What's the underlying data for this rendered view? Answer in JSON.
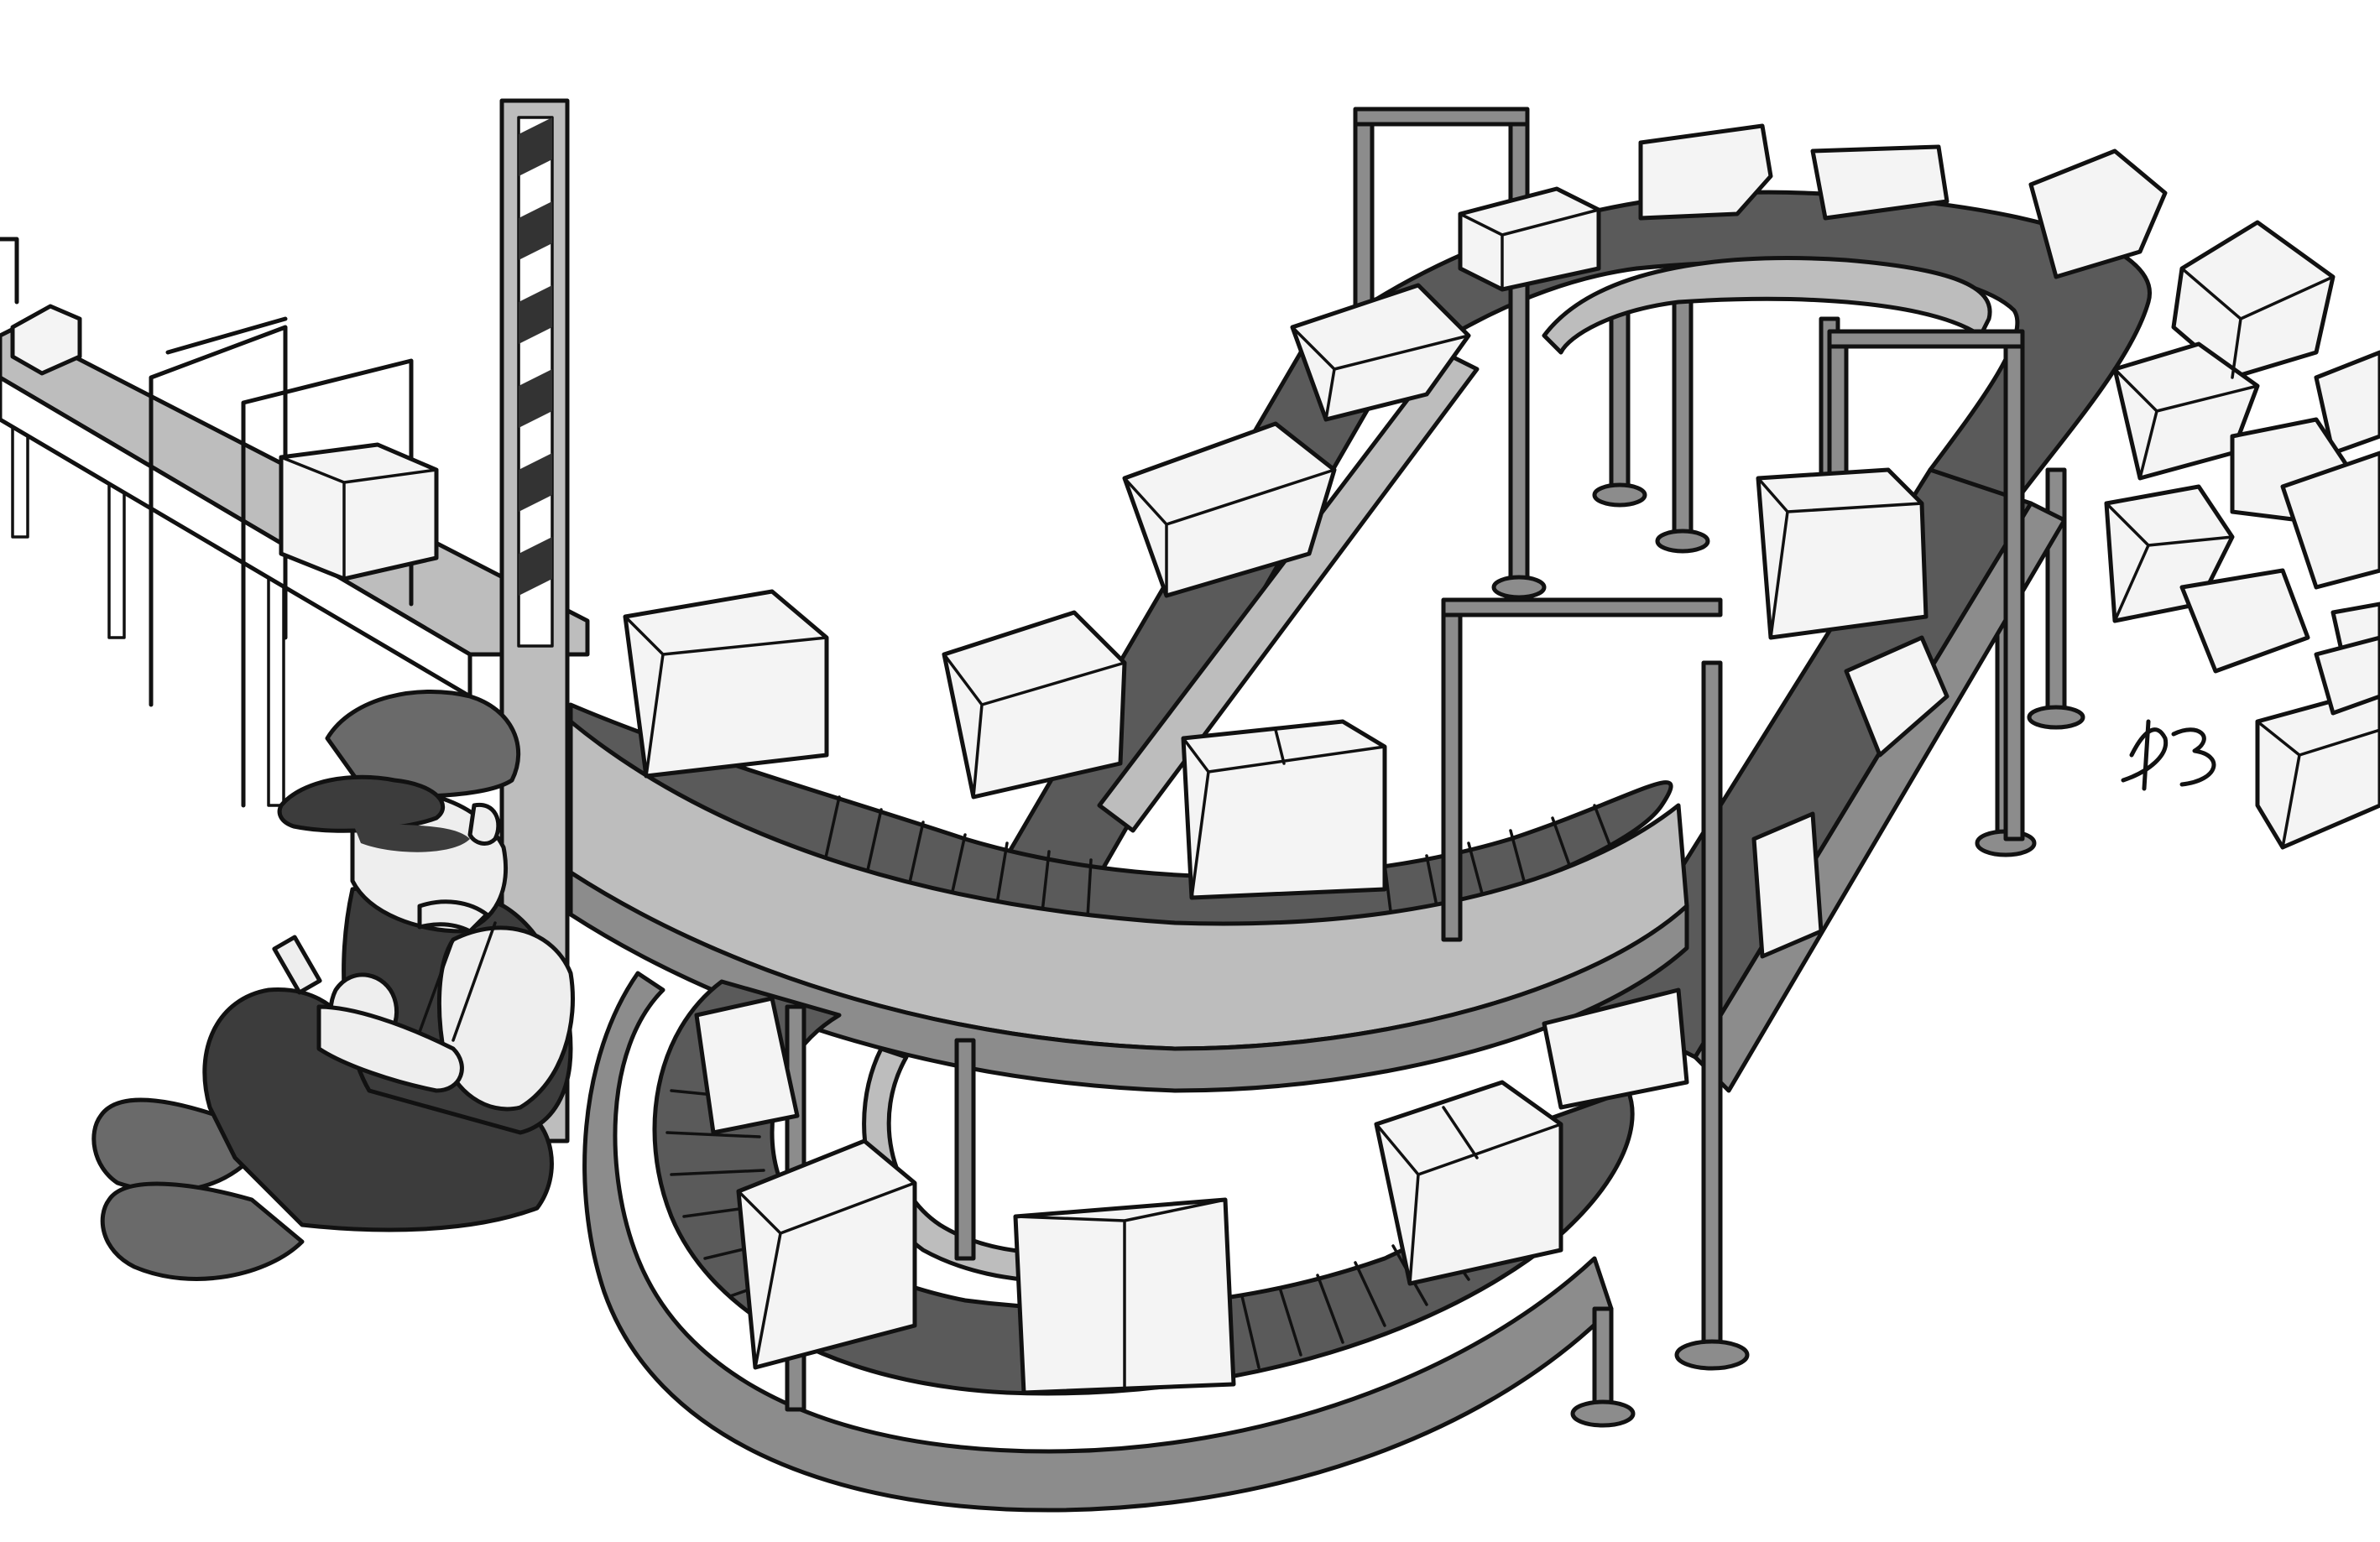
{
  "scene": {
    "palette": {
      "ink": "#111111",
      "paper": "#ffffff",
      "box": "#f4f4f4",
      "belt_dark": "#5a5a5a",
      "rail_mid": "#8c8c8c",
      "rail_light": "#bdbdbd",
      "clothes_dark": "#3c3c3c",
      "clothes_mid": "#6a6a6a",
      "skin": "#eeeeee"
    },
    "elements": {
      "worker": "seated-worker-with-phone",
      "conveyor": "spiral-conveyor-loop",
      "left_line": "straight-conveyor-line",
      "pole": "striped-pole",
      "pile": "fallen-box-pile",
      "signature": "artist-signature-glyph"
    }
  }
}
